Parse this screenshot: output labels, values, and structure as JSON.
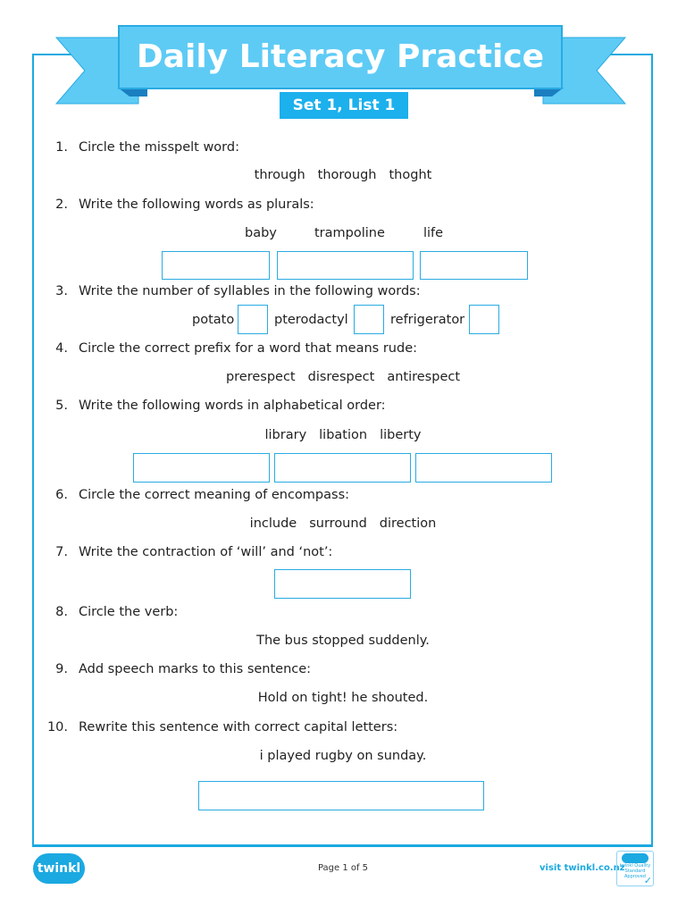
{
  "header": {
    "title": "Daily Literacy Practice",
    "subtitle": "Set 1, List 1"
  },
  "questions": [
    {
      "n": "1.",
      "text": "Circle the misspelt word:",
      "words": [
        "through",
        "thorough",
        "thoght"
      ]
    },
    {
      "n": "2.",
      "text": "Write the following words as plurals:",
      "words": [
        "baby",
        "trampoline",
        "life"
      ]
    },
    {
      "n": "3.",
      "text": "Write the number of syllables in the following words:",
      "words": [
        "potato",
        "pterodactyl",
        "refrigerator"
      ]
    },
    {
      "n": "4.",
      "text": "Circle the correct prefix for a word that means rude:",
      "words": [
        "prerespect",
        "disrespect",
        "antirespect"
      ]
    },
    {
      "n": "5.",
      "text": "Write the following words in alphabetical order:",
      "words": [
        "library",
        "libation",
        "liberty"
      ]
    },
    {
      "n": "6.",
      "text": "Circle the correct meaning of encompass:",
      "words": [
        "include",
        "surround",
        "direction"
      ]
    },
    {
      "n": "7.",
      "text": "Write the contraction of ‘will’ and ‘not’:"
    },
    {
      "n": "8.",
      "text": "Circle the verb:",
      "sentence": "The bus stopped suddenly."
    },
    {
      "n": "9.",
      "text": "Add speech marks to this sentence:",
      "sentence": "Hold on tight! he shouted."
    },
    {
      "n": "10.",
      "text": "Rewrite this sentence with correct capital letters:",
      "sentence": "i played rugby on sunday."
    }
  ],
  "footer": {
    "logo": "twinkl",
    "page": "Page 1 of 5",
    "link": "visit twinkl.co.nz",
    "badge": "twinkl Quality Standard Approved"
  },
  "colors": {
    "accent": "#1cb0ec",
    "banner": "#5ecbf5"
  }
}
